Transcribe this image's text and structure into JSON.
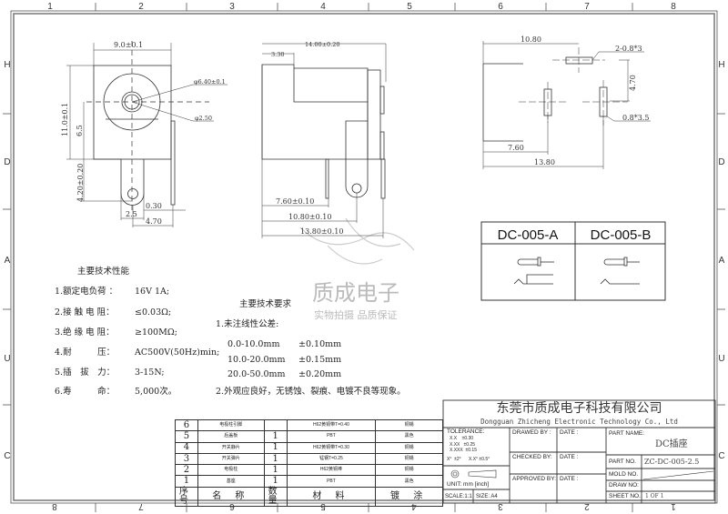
{
  "frame": {
    "top_numbers": [
      "1",
      "2",
      "3",
      "4",
      "5",
      "6",
      "7",
      "8"
    ],
    "bottom_numbers": [
      "8",
      "7",
      "6",
      "5",
      "4",
      "3",
      "2",
      "1"
    ],
    "side_letters": [
      "H",
      "D",
      "A",
      "U",
      "C"
    ]
  },
  "front_view": {
    "width": "9.0±0.1",
    "height": "11.0±0.1",
    "center_height": "6.5",
    "tab_length": "4.20±0.20",
    "pin_thickness": "0.30",
    "tab_width": "2.5",
    "pin_offset": "4.70",
    "outer_dia": "φ6.40±0.1",
    "pin_dia": "φ2.50"
  },
  "side_view": {
    "length": "14.00±0.20",
    "step": "3.30",
    "d1": "7.60±0.10",
    "d2": "10.80±0.10",
    "d3": "13.80±0.10"
  },
  "footprint": {
    "d_top": "10.80",
    "pads_top": "2-0.8*3",
    "d_vert": "4.70",
    "pad_right": "0.8*3.5",
    "d1": "7.60",
    "d2": "13.80"
  },
  "variants": {
    "a": "DC-005-A",
    "b": "DC-005-B"
  },
  "watermark": {
    "name": "质成电子",
    "slogan": "实物拍摄 品质保证"
  },
  "performance": {
    "title": "主要技术性能",
    "items": [
      {
        "label": "1.额定电负荷 ：",
        "value": "16V 1A;"
      },
      {
        "label": "2.接 触 电 阻：",
        "value": "≤0.03Ω;"
      },
      {
        "label": "3.绝 缘 电 阻：",
        "value": "≥100MΩ;"
      },
      {
        "label": "4.耐　　　压：",
        "value": "AC500V(50Hz)min;"
      },
      {
        "label": "5.插　拔　力：",
        "value": "3-15N;"
      },
      {
        "label": "6.寿　　　命：",
        "value": "5,000次。"
      }
    ]
  },
  "requirements": {
    "title": "主要技术要求",
    "item1": "1.未注线性公差:",
    "tolerances": [
      {
        "range": "0.0-10.0mm",
        "tol": "±0.10mm"
      },
      {
        "range": "10.0-20.0mm",
        "tol": "±0.15mm"
      },
      {
        "range": "20.0-50.0mm",
        "tol": "±0.20mm"
      }
    ],
    "item2": "2.外观应良好，无锈蚀、裂痕、电镀不良等现象。"
  },
  "bom": {
    "headers": [
      "序号",
      "名 称",
      "数量",
      "材 料",
      "镀 涂"
    ],
    "rows": [
      {
        "no": "6",
        "name": "电极柱引脚",
        "qty": "",
        "material": "H62黄铜带T=0.40",
        "plating": "铜锡"
      },
      {
        "no": "5",
        "name": "后盖板",
        "qty": "1",
        "material": "PBT",
        "plating": "黑色"
      },
      {
        "no": "4",
        "name": "开关静片",
        "qty": "1",
        "material": "H62黄铜带T=0.30",
        "plating": "铜锡"
      },
      {
        "no": "3",
        "name": "开关弹片",
        "qty": "1",
        "material": "锰钢T=0.25",
        "plating": "铜锡"
      },
      {
        "no": "2",
        "name": "电极柱",
        "qty": "1",
        "material": "H62黄铜棒",
        "plating": "铜锡"
      },
      {
        "no": "1",
        "name": "基座",
        "qty": "1",
        "material": "PBT",
        "plating": "黑色"
      }
    ]
  },
  "title_block": {
    "company_cn": "东莞市质成电子科技有限公司",
    "company_en": "Dongguan Zhicheng Electronic Technology Co., Ltd",
    "tolerance_label": "TOLERANCE:",
    "tol1": "X.X    ±0.30",
    "tol2": "X.XX   ±0.25",
    "tol3": "X.XXX  ±0.15",
    "tol4": "X°  ±2°      X.X° ±0.5°",
    "unit": "UNIT:  mm  [inch]",
    "scale": "SCALE:1:1",
    "size": "SIZE: A4",
    "drawed_by": "DRAWED BY :",
    "checked_by": "CHECKED BY:",
    "approved_by": "APPROVED BY:",
    "date": "DATE :",
    "part_name_label": "PART NAME:",
    "part_name": "DC插座",
    "part_no_label": "PART NO.",
    "part_no": "ZC-DC-005-2.5",
    "mold_no_label": "MOLD NO.",
    "draw_no_label": "DRAW NO:",
    "sheet_no_label": "SHEET NO.",
    "sheet_no": "1 OF 1"
  }
}
